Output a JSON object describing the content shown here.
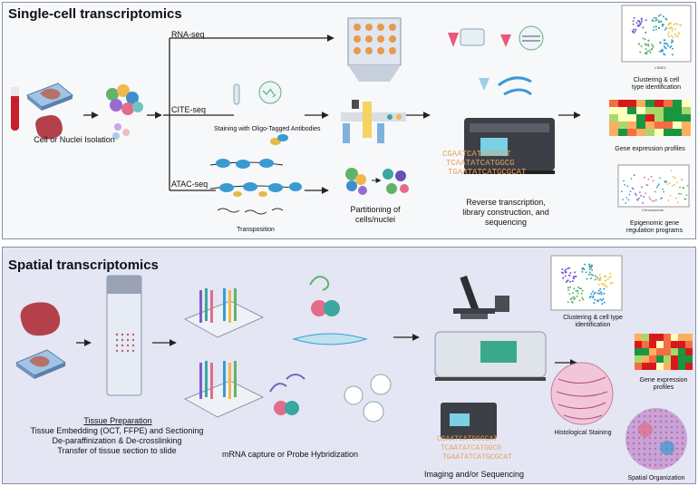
{
  "sc": {
    "title": "Single-cell transcriptomics",
    "isolation": "Cell or Nuclei Isolation",
    "rna_seq": "RNA-seq",
    "cite_seq": "CITE-seq",
    "atac_seq": "ATAC-seq",
    "staining": "Staining with Oligo-Tagged Antibodies",
    "transposition": "Transposition",
    "partitioning": [
      "Partitioning of",
      "cells/nuclei"
    ],
    "reverse": [
      "Reverse transcription,",
      "library construction, and",
      "sequencing"
    ],
    "clustering": [
      "Clustering & cell",
      "type identification"
    ],
    "gene_expr": "Gene expression profiles",
    "epigenomic": [
      "Epigenomic gene",
      "regulation programs"
    ],
    "dna_text": [
      "CGAATCATGGGCAT",
      "TCAATATCATGGCG",
      "TGAATATCATGCGCAT"
    ],
    "chrom_label": "Chromosome",
    "umap_x": "t-SNE1",
    "umap_y": "t-SNE2"
  },
  "st": {
    "title": "Spatial transcriptomics",
    "tissue_prep": "Tissue Preparation",
    "prep_lines": [
      "Tissue Embedding (OCT, FFPE) and Sectioning",
      "De-paraffinization & De-crosslinking",
      "Transfer of tissue section to slide"
    ],
    "mrna_capture": "mRNA capture or Probe Hybridization",
    "imaging": "Imaging and/or Sequencing",
    "clustering": [
      "Clustering & cell type",
      "identification"
    ],
    "gene_expr": [
      "Gene expression",
      "profiles"
    ],
    "histological": "Histological Staining",
    "spatial_org": "Spatial Organization"
  },
  "colors": {
    "panel1_bg": "#f7f8fa",
    "panel2_bg": "#e4e6f4",
    "arrow": "#222222",
    "dna_orange": "#e8a25a",
    "cluster_teal": "#3aa7a0",
    "cluster_purple": "#7a5fc9",
    "cluster_yellow": "#e9c94a"
  }
}
